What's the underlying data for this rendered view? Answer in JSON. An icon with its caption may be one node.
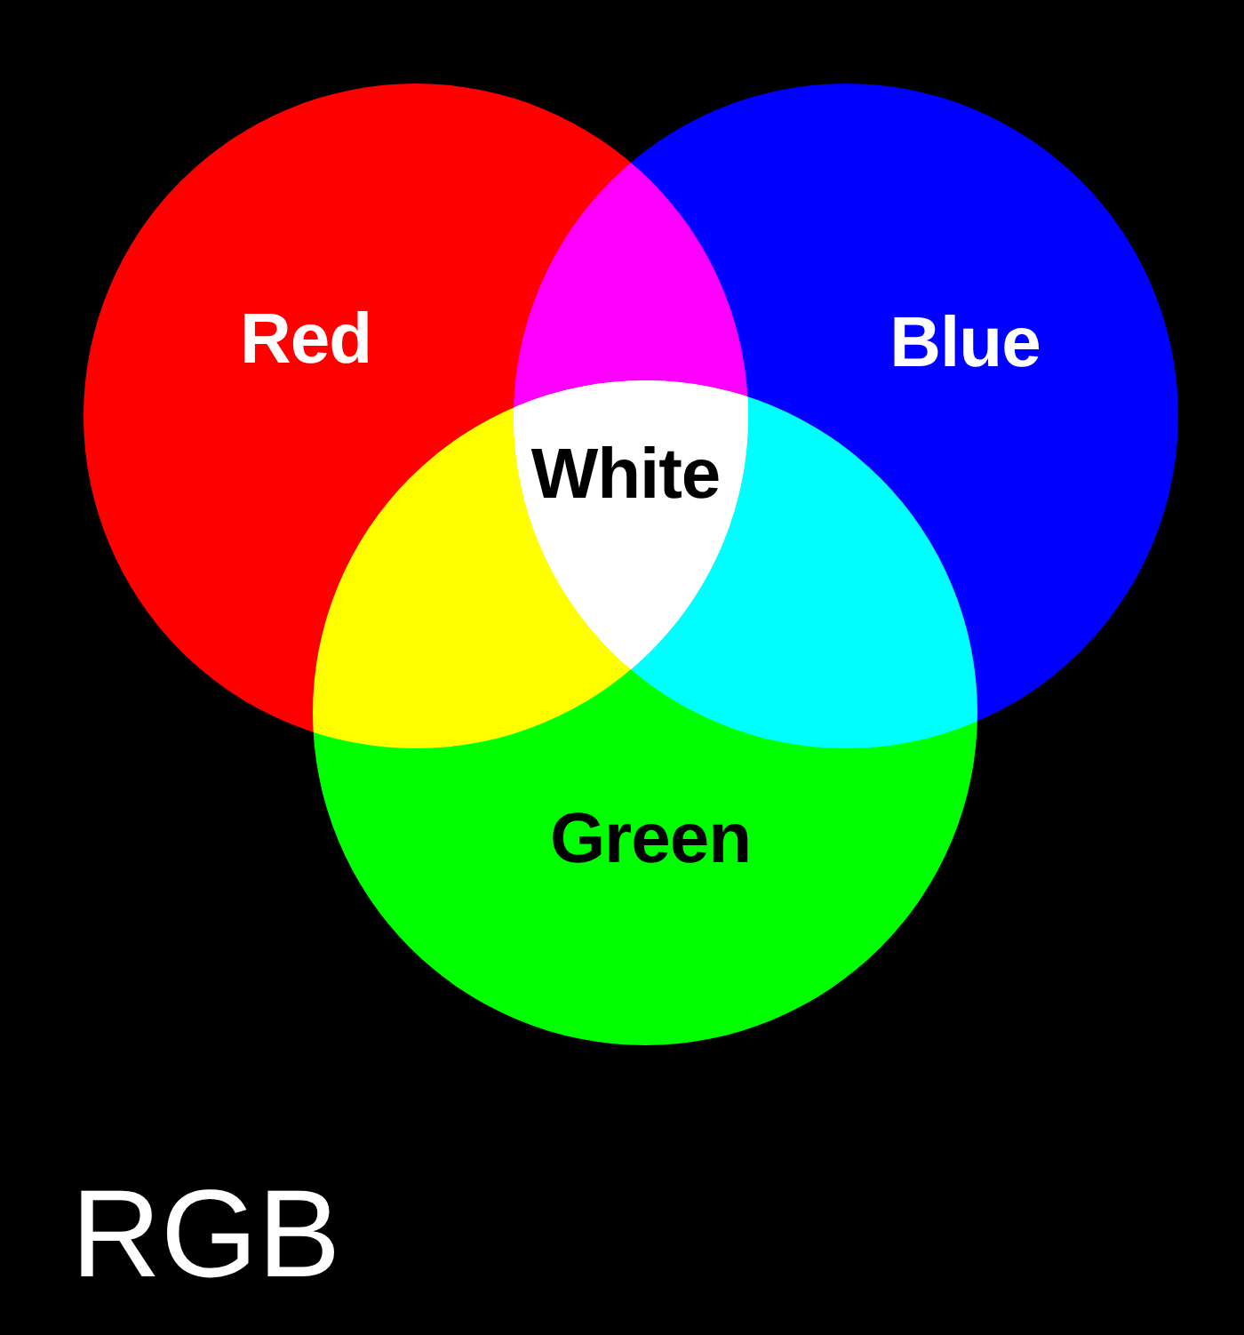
{
  "diagram": {
    "title": "RGB",
    "nodes": [
      {
        "text": [
          "Red"
        ]
      },
      {
        "text": [
          "Blue"
        ]
      },
      {
        "text": [
          "White"
        ]
      },
      {
        "text": [
          "Green"
        ]
      }
    ]
  }
}
